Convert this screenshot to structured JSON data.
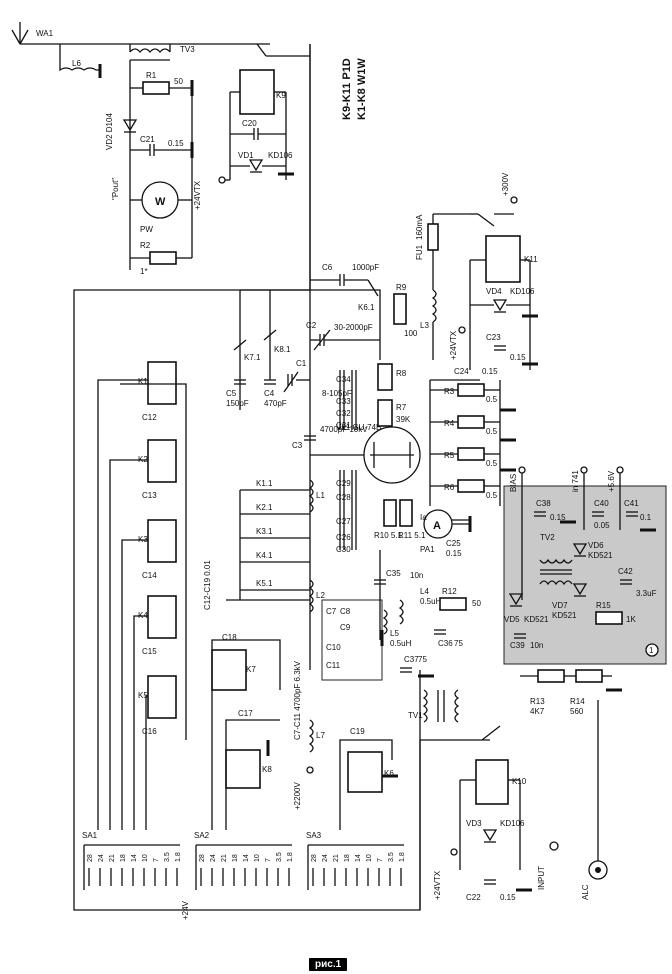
{
  "figure_label": "рис.1",
  "relay_notes": {
    "line1": "K9-K11 P1D",
    "line2": "K1-K8 W1W"
  },
  "antenna": "WA1",
  "tube": {
    "name": "VL1 GU-74B"
  },
  "meters": {
    "pw": "PW",
    "pa": "PA1"
  },
  "meter_symbols": {
    "watt": "W",
    "ammeter": "A"
  },
  "ports": {
    "input": "INPUT",
    "alc": "ALC"
  },
  "supplies": {
    "hv_top": "+300V",
    "hv_anode": "+2200V",
    "v24_a": "+24VTX",
    "v24_b": "+24VTX",
    "v24_c": "+24VTX",
    "v24_d": "+24V",
    "bias": "BIAS",
    "in741": "in 741",
    "v56": "+5.6V"
  },
  "pout_label": "\"Pout\"",
  "bands": [
    "28",
    "24",
    "21",
    "18",
    "14",
    "10",
    "7",
    "3.5",
    "1.8"
  ],
  "switches": [
    "SA1",
    "SA2",
    "SA3"
  ],
  "relays": [
    "K1",
    "K2",
    "K3",
    "K4",
    "K5",
    "K6",
    "K7",
    "K8",
    "K9",
    "K10",
    "K11"
  ],
  "contacts": [
    "K1.1",
    "K2.1",
    "K3.1",
    "K4.1",
    "K5.1",
    "K6.1",
    "K7.1",
    "K8.1"
  ],
  "tank_caps": [
    "C12",
    "C13",
    "C14",
    "C15",
    "C16",
    "C17",
    "C18",
    "C19"
  ],
  "groups": {
    "c12_c19": "C12-C19 0.01",
    "c7_c11": "C7-C11 4700pF 6.3kV"
  },
  "caps": {
    "c1": "C1",
    "c1v": "8-105pF",
    "c2": "C2",
    "c2v": "30-2000pF",
    "c3": "C3",
    "c3v": "4700pF 10kV",
    "c4": "C4",
    "c4v": "470pF",
    "c5": "C5",
    "c5v": "150pF",
    "c6": "C6",
    "c6v": "1000pF",
    "c20": "C20",
    "c21": "C21",
    "c21v": "0.15",
    "c22": "C22",
    "c22v": "0.15",
    "c23": "C23",
    "c23v": "0.15",
    "c24": "C24",
    "c24v": "0.15",
    "c25": "C25",
    "c25v": "0.15",
    "c35": "C35",
    "c35v": "10n",
    "c36": "C36",
    "c36v": "75",
    "c37": "C37",
    "c37v": "75",
    "c38": "C38",
    "c38v": "0.15",
    "c39": "C39",
    "c39v": "10n",
    "c40": "C40",
    "c40v": "0.05",
    "c41": "C41",
    "c41v": "0.1",
    "c42": "C42",
    "c42v": "3.3uF",
    "small": [
      "C26",
      "C27",
      "C28",
      "C29",
      "C30",
      "C31",
      "C32",
      "C33",
      "C34",
      "C7",
      "C8",
      "C9",
      "C10",
      "C11"
    ]
  },
  "resistors": {
    "r1": "R1",
    "r1v": "50",
    "r2": "R2",
    "r2v": "1*",
    "r3": "R3",
    "r4": "R4",
    "r5": "R5",
    "r6": "R6",
    "r36v": "0.5",
    "r7": "R7",
    "r7v": "39K",
    "r8": "R8",
    "r9": "R9",
    "r9v": "100",
    "r10": "R10 5.1",
    "r11": "R11 5.1",
    "r12": "R12",
    "r12v": "50",
    "r13": "R13",
    "r13v": "4K7",
    "r14": "R14",
    "r14v": "560",
    "r15": "R15",
    "r15v": "1K"
  },
  "inductors": {
    "l1": "L1",
    "l2": "L2",
    "l3": "L3",
    "l4": "L4",
    "l4v": "0.5uH",
    "l5": "L5",
    "l5v": "0.5uH",
    "l6": "L6",
    "l7": "L7"
  },
  "diodes": {
    "vd1": "VD1",
    "vd1v": "KD106",
    "vd2": "VD2 D104",
    "vd3": "VD3",
    "vd3v": "KD106",
    "vd4": "VD4",
    "vd4v": "KD106",
    "vd5": "VD5",
    "vd5v": "KD521",
    "vd6": "VD6",
    "vd6v": "KD521",
    "vd7": "VD7",
    "vd7v": "KD521"
  },
  "transformers": {
    "tv1": "TV1",
    "tv2": "TV2",
    "tv3": "TV3"
  },
  "fuse": {
    "name": "FU1",
    "value": "160mA"
  },
  "anode_label": "Ia",
  "module_marker": "1"
}
